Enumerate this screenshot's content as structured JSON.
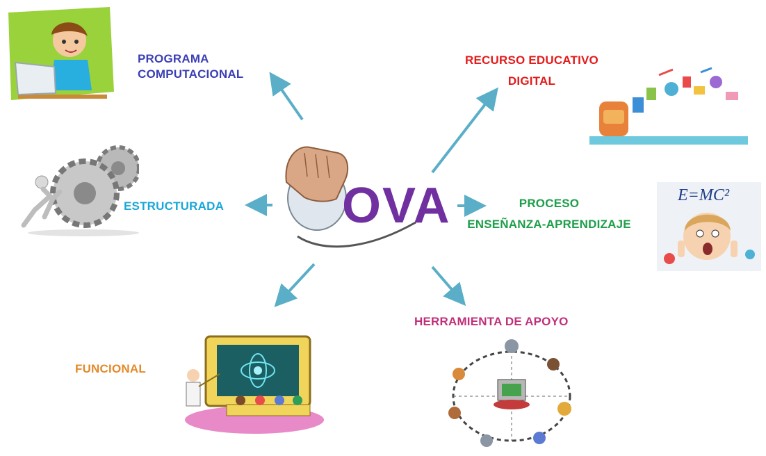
{
  "center": {
    "title": "OVA",
    "color": "#7030a0"
  },
  "nodes": {
    "programa": {
      "line1": "PROGRAMA",
      "line2": "COMPUTACIONAL",
      "color": "#3b3fb4"
    },
    "recurso": {
      "line1": "RECURSO EDUCATIVO",
      "line2": "DIGITAL",
      "color": "#e31b1b"
    },
    "estructurada": {
      "label": "ESTRUCTURADA",
      "color": "#1aa7d8"
    },
    "proceso": {
      "line1": "PROCESO",
      "line2": "ENSEÑANZA-APRENDIZAJE",
      "color": "#1d9e4a"
    },
    "funcional": {
      "label": "FUNCIONAL",
      "color": "#e3892a"
    },
    "herramienta": {
      "label": "HERRAMIENTA DE APOYO",
      "color": "#c0307a"
    }
  },
  "illustrations": {
    "programa": "child-at-laptop",
    "recurso": "school-supplies-backpack",
    "estructurada": "figure-pushing-gears",
    "proceso": "surprised-child-emc2",
    "funcional": "teacher-computer-classroom",
    "herramienta": "network-of-people"
  },
  "formula": "E=MC²",
  "arrow_color": "#5aaec8"
}
